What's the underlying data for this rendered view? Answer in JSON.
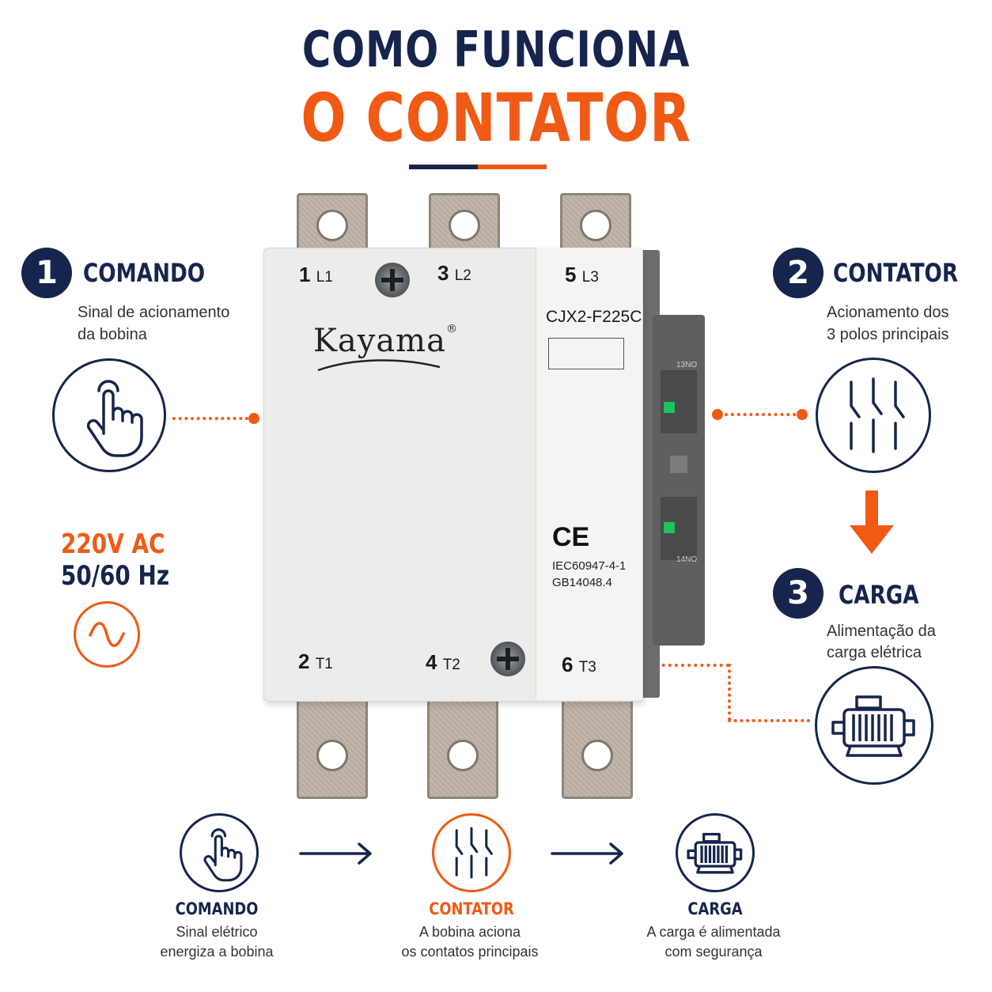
{
  "title": {
    "line1": "COMO FUNCIONA",
    "line2": "O CONTATOR"
  },
  "colors": {
    "navy": "#16254d",
    "orange": "#f05a14"
  },
  "steps": [
    {
      "number": "1",
      "title": "COMANDO",
      "desc1": "Sinal de acionamento",
      "desc2": "da bobina",
      "icon": "hand-pointer-icon"
    },
    {
      "number": "2",
      "title": "CONTATOR",
      "desc1": "Acionamento dos",
      "desc2": "3 polos principais",
      "icon": "switch-poles-icon"
    },
    {
      "number": "3",
      "title": "CARGA",
      "desc1": "Alimentação da",
      "desc2": "carga elétrica",
      "icon": "motor-icon"
    }
  ],
  "supply": {
    "voltage": "220V AC",
    "frequency": "50/60 Hz",
    "icon": "sine-wave-icon"
  },
  "device": {
    "brand": "Kayama",
    "registered": "®",
    "model": "CJX2-F225C",
    "ce_mark": "CE",
    "cert1": "IEC60947-4-1",
    "cert2": "GB14048.4",
    "aux_top": "13NO",
    "aux_bottom": "14NO",
    "terminals_top": [
      {
        "num": "1",
        "code": "L1"
      },
      {
        "num": "3",
        "code": "L2"
      },
      {
        "num": "5",
        "code": "L3"
      }
    ],
    "terminals_bottom": [
      {
        "num": "2",
        "code": "T1"
      },
      {
        "num": "4",
        "code": "T2"
      },
      {
        "num": "6",
        "code": "T3"
      }
    ]
  },
  "flow": [
    {
      "title": "COMANDO",
      "desc1": "Sinal elétrico",
      "desc2": "energiza a bobina",
      "icon": "hand-pointer-icon"
    },
    {
      "title": "CONTATOR",
      "desc1": "A bobina aciona",
      "desc2": "os contatos principais",
      "icon": "switch-poles-icon"
    },
    {
      "title": "CARGA",
      "desc1": "A carga é alimentada",
      "desc2": "com segurança",
      "icon": "motor-icon"
    }
  ]
}
